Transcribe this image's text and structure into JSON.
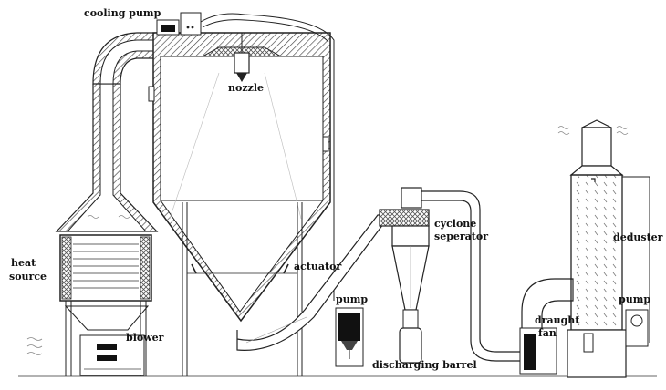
{
  "diagram": {
    "labels": {
      "cooling_pump": "cooling pump",
      "nozzle": "nozzle",
      "heat_source_line1": "heat",
      "heat_source_line2": "source",
      "blower": "blower",
      "actuator": "actuator",
      "pump_left": "pump",
      "cyclone_line1": "cyclone",
      "cyclone_line2": "seperator",
      "discharging_barrel": "discharging barrel",
      "draught_fan_line1": "draught",
      "draught_fan_line2": "fan",
      "deduster": "deduster",
      "pump_right": "pump"
    },
    "colors": {
      "line": "#222222",
      "insulation_hatch": "#444444",
      "fill": "#ffffff",
      "dark_block": "#111111"
    }
  }
}
